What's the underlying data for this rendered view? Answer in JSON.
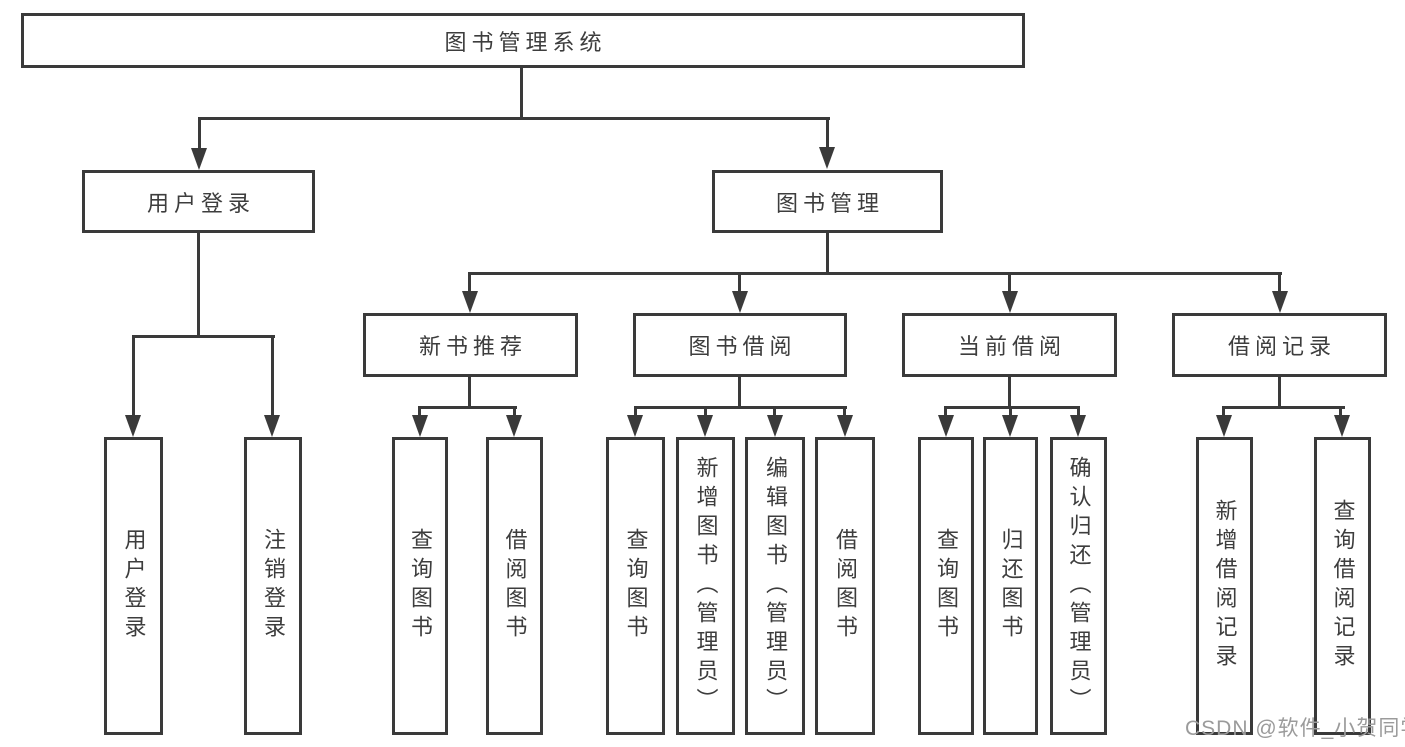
{
  "colors": {
    "background": "#ffffff",
    "line": "#3a3a3a",
    "box_border": "#3a3a3a",
    "text": "#3d3d3d",
    "watermark": "#9b9b9b"
  },
  "watermark": "CSDN @软件_小贺同学",
  "tree": {
    "root": {
      "label": "图书管理系统"
    },
    "branches": [
      {
        "label": "用户登录",
        "children": [
          {
            "label": "用户登录"
          },
          {
            "label": "注销登录"
          }
        ]
      },
      {
        "label": "图书管理",
        "children": [
          {
            "label": "新书推荐",
            "children": [
              {
                "label": "查询图书"
              },
              {
                "label": "借阅图书"
              }
            ]
          },
          {
            "label": "图书借阅",
            "children": [
              {
                "label": "查询图书"
              },
              {
                "label": "新增图书（管理员）"
              },
              {
                "label": "编辑图书（管理员）"
              },
              {
                "label": "借阅图书"
              }
            ]
          },
          {
            "label": "当前借阅",
            "children": [
              {
                "label": "查询图书"
              },
              {
                "label": "归还图书"
              },
              {
                "label": "确认归还（管理员）"
              }
            ]
          },
          {
            "label": "借阅记录",
            "children": [
              {
                "label": "新增借阅记录"
              },
              {
                "label": "查询借阅记录"
              }
            ]
          }
        ]
      }
    ]
  }
}
